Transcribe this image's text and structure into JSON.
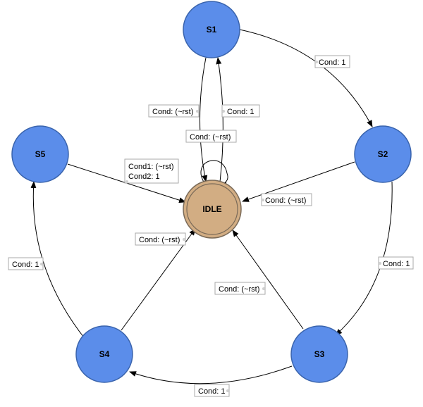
{
  "colors": {
    "state_fill": "#5b8dea",
    "state_stroke": "#3a64ad",
    "idle_fill": "#d2ad83",
    "idle_stroke": "#7a6a58",
    "edge": "#000000"
  },
  "states": {
    "s1": "S1",
    "s2": "S2",
    "s3": "S3",
    "s4": "S4",
    "s5": "S5",
    "idle": "IDLE"
  },
  "transitions": {
    "s1_s2": "Cond: 1",
    "s2_s3": "Cond: 1",
    "s3_s4": "Cond: 1",
    "s4_s5": "Cond: 1",
    "s1_idle": "Cond: (~rst)",
    "idle_s1": "Cond: 1",
    "idle_self": "Cond: (~rst)",
    "s5_idle_line1": "Cond1: (~rst)",
    "s5_idle_line2": "Cond2: 1",
    "s2_idle": "Cond: (~rst)",
    "s4_idle": "Cond: (~rst)",
    "s3_idle": "Cond: (~rst)"
  }
}
